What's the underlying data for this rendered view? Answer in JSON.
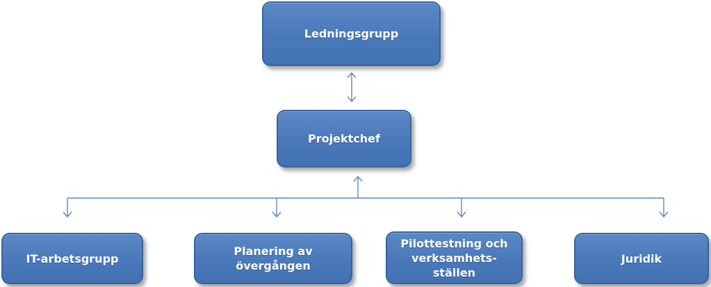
{
  "diagram": {
    "nodes": {
      "top": "Ledningsgrupp",
      "middle": "Projektchef",
      "b1": "IT-arbetsgrupp",
      "b2": "Planering av\növergången",
      "b3": "Pilottestning och\nverksamhets-\nställen",
      "b4": "Juridik"
    },
    "connectors": [
      {
        "from": "top",
        "to": "middle",
        "arrow": "both"
      },
      {
        "from": "middle",
        "to": "b1",
        "arrow": "to-both-ends"
      },
      {
        "from": "middle",
        "to": "b2",
        "arrow": "to-both-ends"
      },
      {
        "from": "middle",
        "to": "b3",
        "arrow": "to-both-ends"
      },
      {
        "from": "middle",
        "to": "b4",
        "arrow": "to-both-ends"
      }
    ],
    "colors": {
      "box_fill": "#4a79ba",
      "box_border": "#3a639c",
      "connector": "#5b87c0",
      "text": "#ffffff"
    }
  }
}
